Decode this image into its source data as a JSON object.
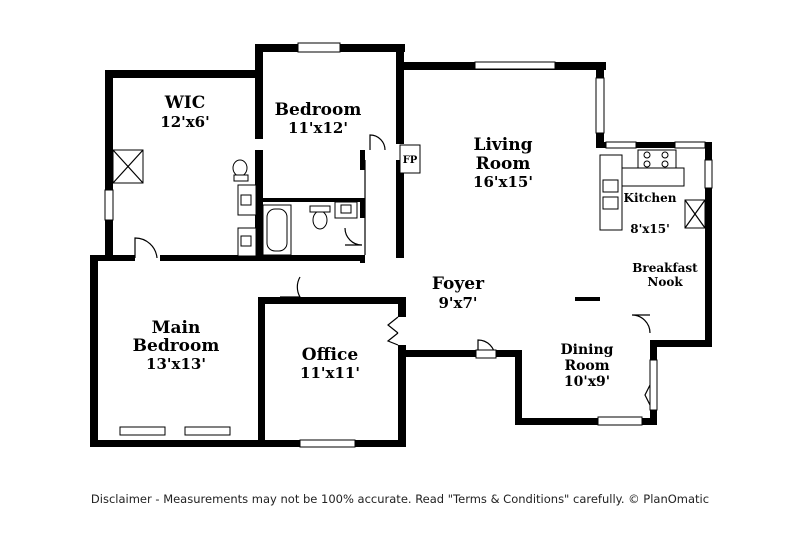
{
  "rooms": {
    "wic": {
      "name": "WIC",
      "dims": "12'x6'"
    },
    "bedroom": {
      "name": "Bedroom",
      "dims": "11'x12'"
    },
    "living": {
      "name1": "Living",
      "name2": "Room",
      "dims": "16'x15'"
    },
    "fireplace": {
      "label": "FP"
    },
    "kitchen": {
      "name": "Kitchen",
      "dims": "8'x15'"
    },
    "breakfast": {
      "name1": "Breakfast",
      "name2": "Nook"
    },
    "foyer": {
      "name": "Foyer",
      "dims": "9'x7'"
    },
    "main_bedroom": {
      "name1": "Main",
      "name2": "Bedroom",
      "dims": "13'x13'"
    },
    "office": {
      "name": "Office",
      "dims": "11'x11'"
    },
    "dining": {
      "name1": "Dining",
      "name2": "Room",
      "dims": "10'x9'"
    }
  },
  "disclaimer": "Disclaimer - Measurements may not be 100% accurate. Read \"Terms & Conditions\" carefully. © PlanOmatic"
}
